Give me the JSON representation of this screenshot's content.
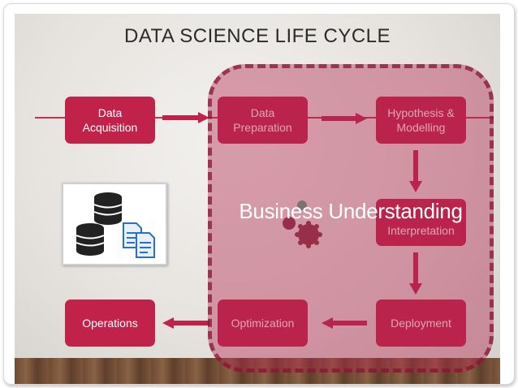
{
  "title": "DATA SCIENCE LIFE CYCLE",
  "steps": {
    "data_acquisition": "Data\nAcquisition",
    "data_preparation": "Data\nPreparation",
    "hypothesis_modelling": "Hypothesis &\nModelling",
    "interpretation": "Interpretation",
    "deployment": "Deployment",
    "optimization": "Optimization",
    "operations": "Operations"
  },
  "overlay_label": "Business Understanding",
  "colors": {
    "box": "#c1224a",
    "overlay": "#b0264c",
    "line": "#c5304e"
  },
  "icons": {
    "database": "database-icon",
    "document": "document-icon",
    "gears": "gears-icon"
  }
}
